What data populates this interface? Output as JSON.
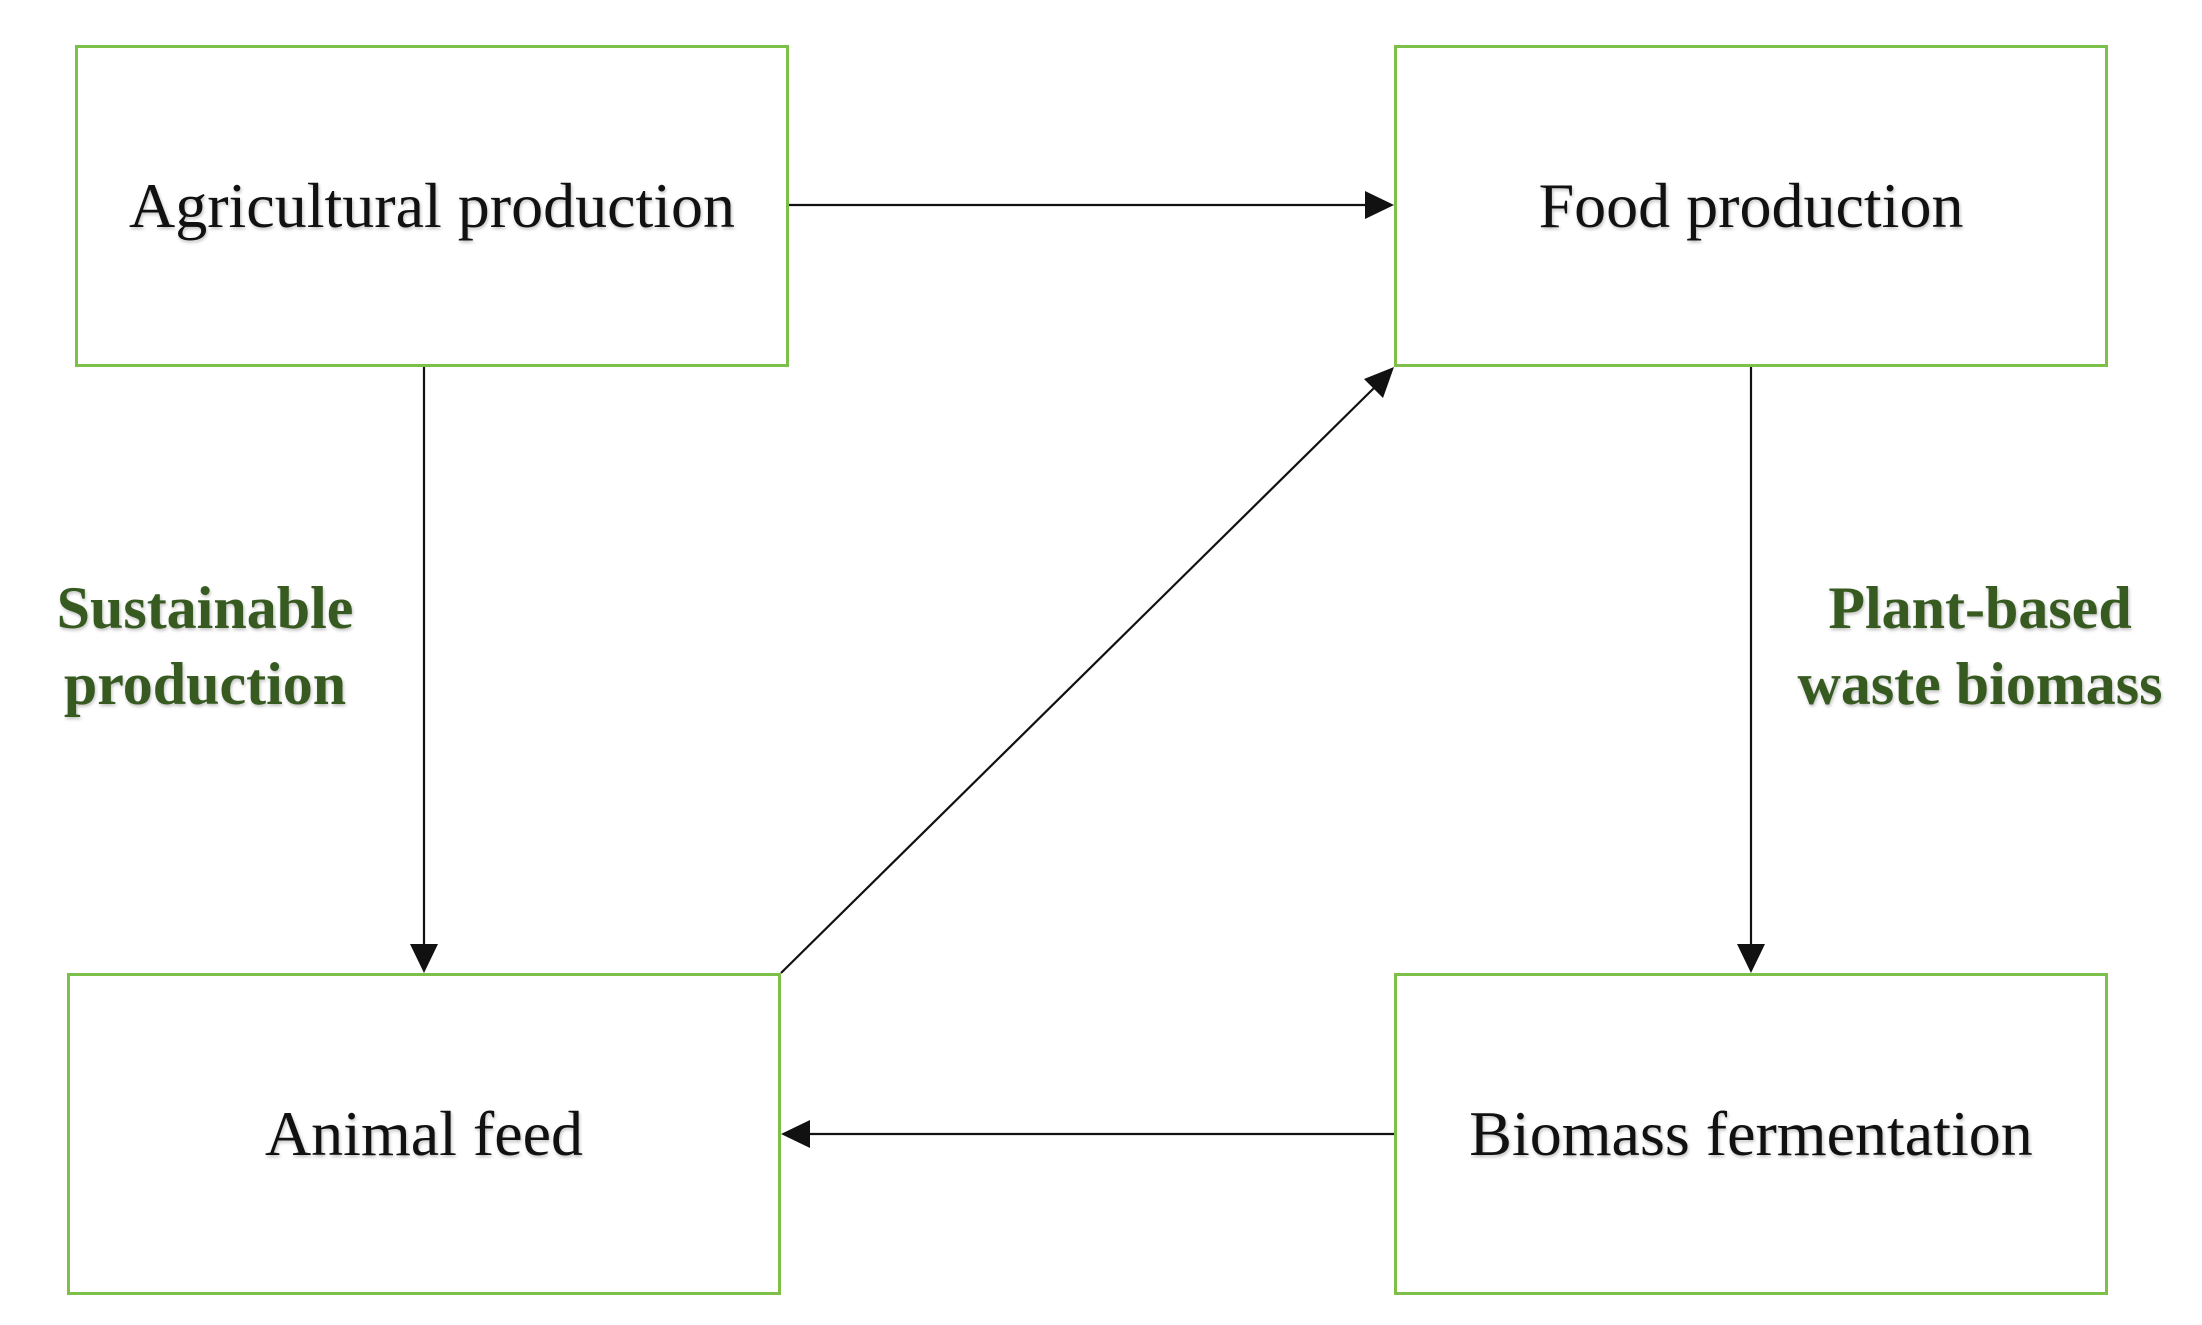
{
  "boxes": {
    "agricultural_production": "Agricultural production",
    "food_production": "Food production",
    "animal_feed": "Animal feed",
    "biomass_fermentation": "Biomass fermentation"
  },
  "labels": {
    "sustainable_line1": "Sustainable",
    "sustainable_line2": "production",
    "plant_based_line1": "Plant-based",
    "plant_based_line2": "waste biomass"
  },
  "colors": {
    "box_border": "#7cc04a",
    "label_text": "#375a21",
    "arrow": "#111111",
    "box_text": "#111111"
  },
  "edges": [
    {
      "from": "Agricultural production",
      "to": "Food production"
    },
    {
      "from": "Agricultural production",
      "to": "Animal feed"
    },
    {
      "from": "Food production",
      "to": "Biomass fermentation"
    },
    {
      "from": "Biomass fermentation",
      "to": "Animal feed"
    },
    {
      "from": "Animal feed",
      "to": "Food production"
    }
  ]
}
